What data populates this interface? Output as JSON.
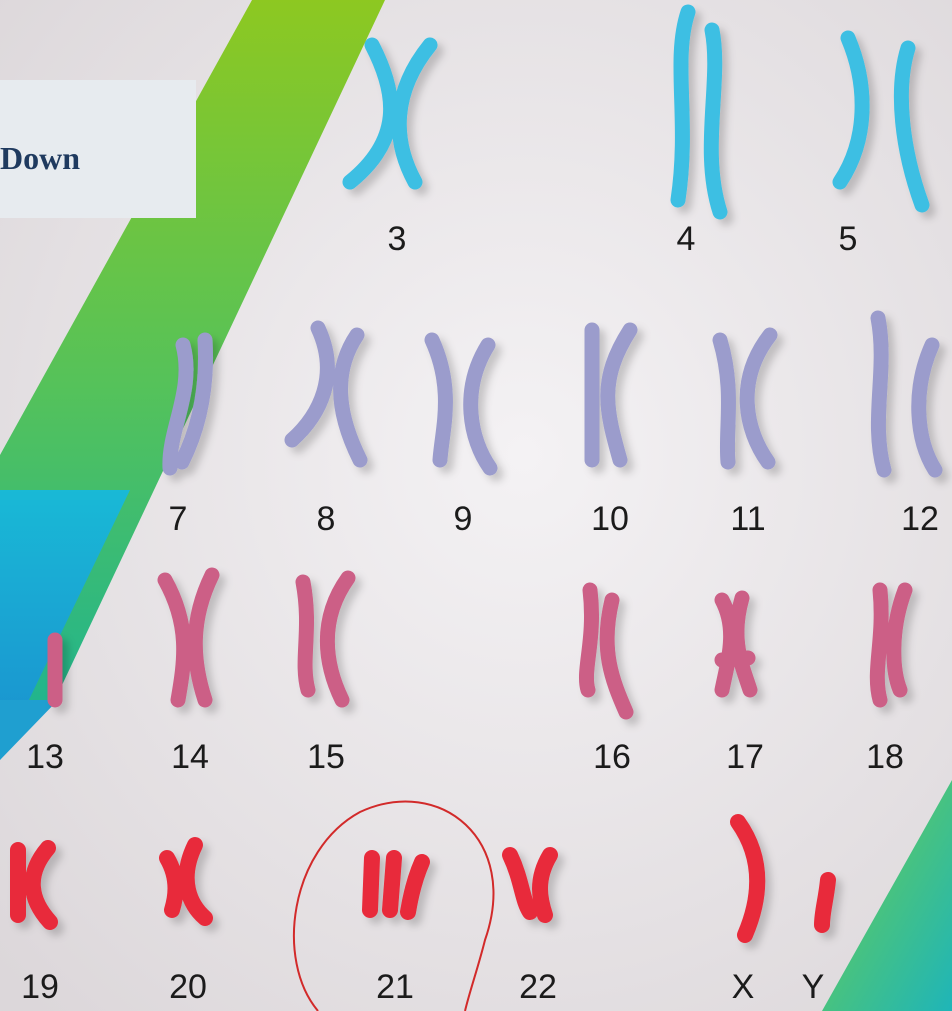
{
  "title_fragment": "Down",
  "colors": {
    "row1": "#3dbfe3",
    "row2": "#9b9ccc",
    "row3": "#cc5f86",
    "row4": "#e82a3a",
    "green": "#7cc62d",
    "teal": "#1fb6c8",
    "circle": "#d22a2a"
  },
  "labels": {
    "c3": "3",
    "c4": "4",
    "c5": "5",
    "c7": "7",
    "c8": "8",
    "c9": "9",
    "c10": "10",
    "c11": "11",
    "c12": "12",
    "c13": "13",
    "c14": "14",
    "c15": "15",
    "c16": "16",
    "c17": "17",
    "c18": "18",
    "c19": "19",
    "c20": "20",
    "c21": "21",
    "c22": "22",
    "cx": "X",
    "cy": "Y"
  }
}
